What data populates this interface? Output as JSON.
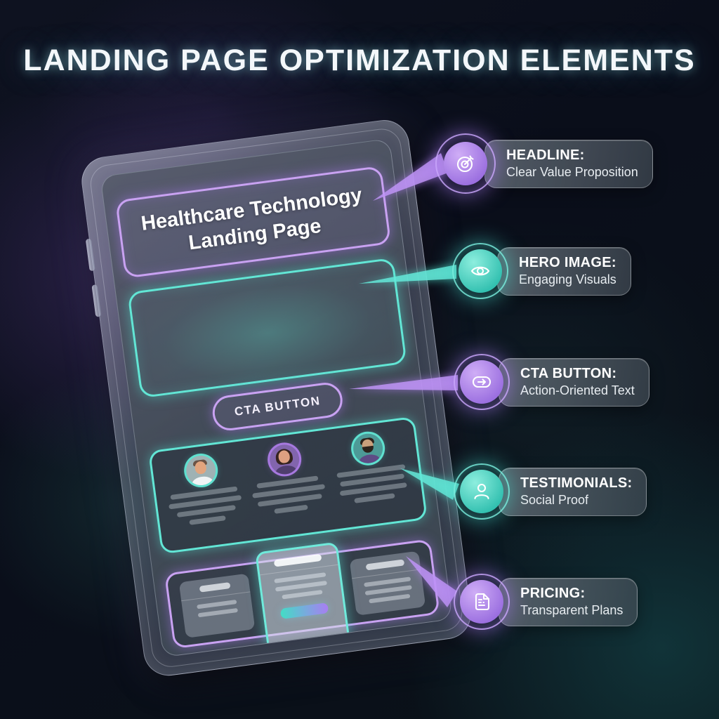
{
  "title": "LANDING PAGE OPTIMIZATION ELEMENTS",
  "tablet": {
    "headline": "Healthcare Technology Landing Page",
    "cta_label": "CTA BUTTON",
    "testimonial_avatars": [
      "man-avatar",
      "woman-avatar",
      "bearded-man-avatar"
    ]
  },
  "callouts": [
    {
      "id": "headline",
      "label": "HEADLINE:",
      "sublabel": "Clear Value Proposition",
      "icon": "target-icon",
      "accent": "purple"
    },
    {
      "id": "hero-image",
      "label": "HERO IMAGE:",
      "sublabel": "Engaging Visuals",
      "icon": "eye-icon",
      "accent": "teal"
    },
    {
      "id": "cta-button",
      "label": "CTA BUTTON:",
      "sublabel": "Action-Oriented Text",
      "icon": "arrow-button-icon",
      "accent": "purple"
    },
    {
      "id": "testimonials",
      "label": "TESTIMONIALS:",
      "sublabel": "Social Proof",
      "icon": "person-icon",
      "accent": "teal"
    },
    {
      "id": "pricing",
      "label": "PRICING:",
      "sublabel": "Transparent Plans",
      "icon": "document-icon",
      "accent": "purple"
    }
  ],
  "colors": {
    "accent_purple": "#c9a2f2",
    "accent_teal": "#62e6d5",
    "background": "#0a0e1a",
    "title_glow": "#9be1eb"
  }
}
